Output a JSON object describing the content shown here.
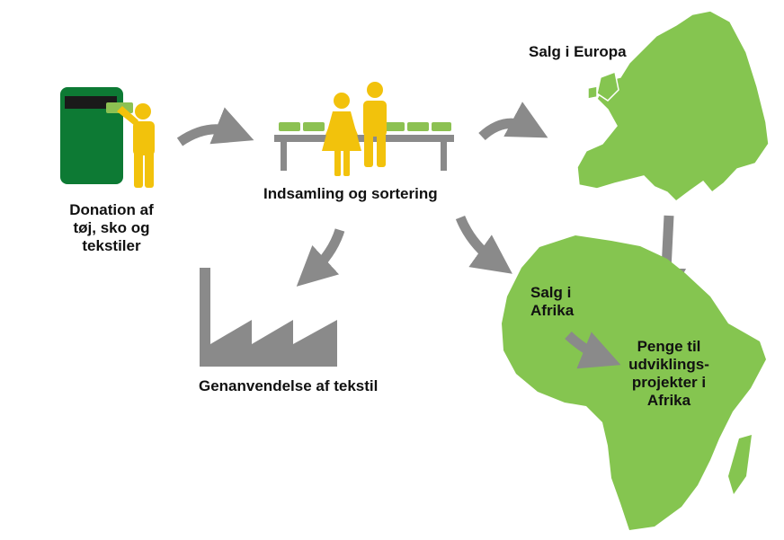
{
  "colors": {
    "bin": "#0d7a34",
    "bin_slot": "#1a1a1a",
    "person": "#f2c20c",
    "cloth": "#8cc152",
    "arrow": "#8a8a8a",
    "map": "#85c550",
    "map_border": "#ffffff",
    "factory": "#8a8a8a",
    "table": "#8a8a8a"
  },
  "labels": {
    "donation": "Donation af\ntøj, sko og\ntekstiler",
    "sorting": "Indsamling og sortering",
    "europe": "Salg i Europa",
    "recycling": "Genanvendelse af tekstil",
    "africa_sale": "Salg i\nAfrika",
    "money": "Penge til\nudviklings-\nprojekter i\nAfrika"
  },
  "icons": {
    "bin": "donation-bin-icon",
    "donor": "person-icon",
    "workers": "workers-icon",
    "factory": "factory-icon",
    "europe": "europe-map",
    "africa": "africa-map"
  }
}
